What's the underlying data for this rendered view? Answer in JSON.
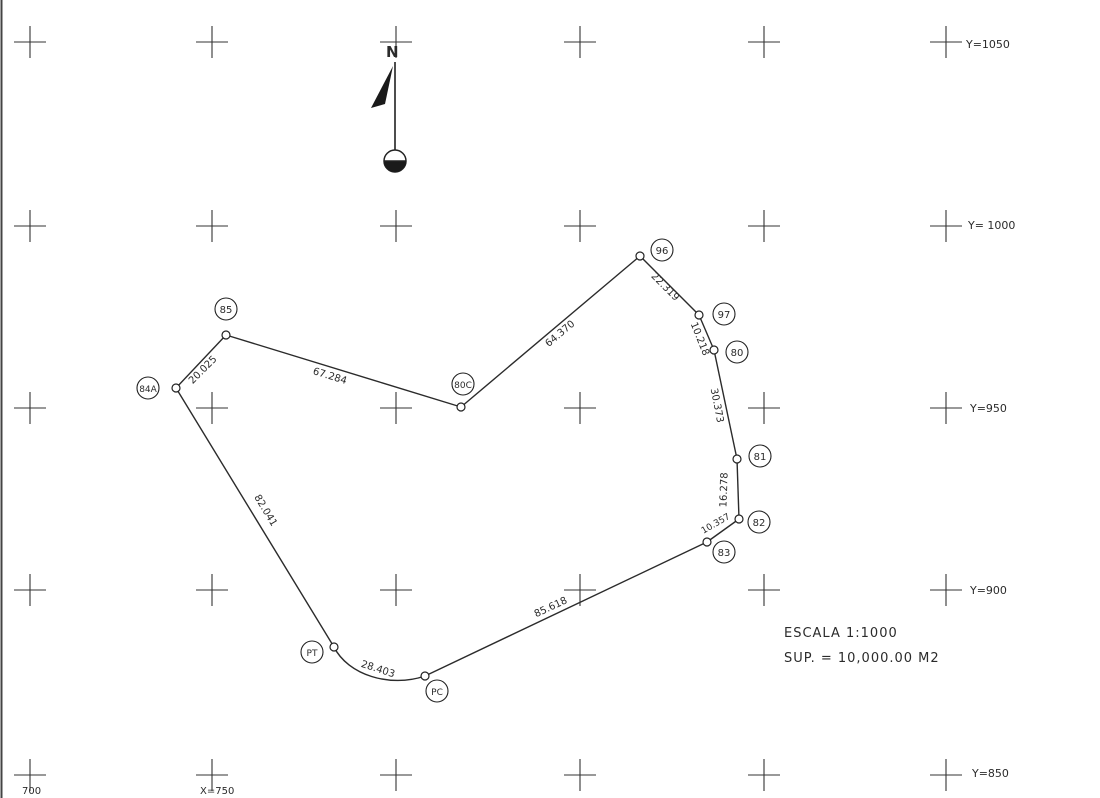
{
  "north": {
    "label": "N"
  },
  "grid_labels": [
    {
      "id": "y1050",
      "text": "Y=1050"
    },
    {
      "id": "y1000",
      "text": "Y= 1000"
    },
    {
      "id": "y950",
      "text": "Y=950"
    },
    {
      "id": "y900",
      "text": "Y=900"
    },
    {
      "id": "y850",
      "text": "Y=850"
    },
    {
      "id": "x700",
      "text": "700"
    },
    {
      "id": "x750",
      "text": "X=750"
    }
  ],
  "points": [
    {
      "id": "85",
      "label": "85"
    },
    {
      "id": "84A",
      "label": "84A"
    },
    {
      "id": "80C",
      "label": "80C"
    },
    {
      "id": "96",
      "label": "96"
    },
    {
      "id": "97",
      "label": "97"
    },
    {
      "id": "80",
      "label": "80"
    },
    {
      "id": "81",
      "label": "81"
    },
    {
      "id": "82",
      "label": "82"
    },
    {
      "id": "83",
      "label": "83"
    },
    {
      "id": "PC",
      "label": "PC"
    },
    {
      "id": "PT",
      "label": "PT"
    }
  ],
  "segments": [
    {
      "id": "s84a-85",
      "label": "20.025"
    },
    {
      "id": "s85-80c",
      "label": "67.284"
    },
    {
      "id": "s80c-96",
      "label": "64.370"
    },
    {
      "id": "s96-97",
      "label": "22.319"
    },
    {
      "id": "s97-80",
      "label": "10.218"
    },
    {
      "id": "s80-81",
      "label": "30.373"
    },
    {
      "id": "s81-82",
      "label": "16.278"
    },
    {
      "id": "s82-83",
      "label": "10.357"
    },
    {
      "id": "s83-pc",
      "label": "85.618"
    },
    {
      "id": "arc-pc-pt",
      "label": "28.403"
    },
    {
      "id": "spt-84a",
      "label": "82.041"
    }
  ],
  "notes": {
    "scale": "ESCALA  1:1000",
    "area": "SUP. = 10,000.00  M2"
  }
}
